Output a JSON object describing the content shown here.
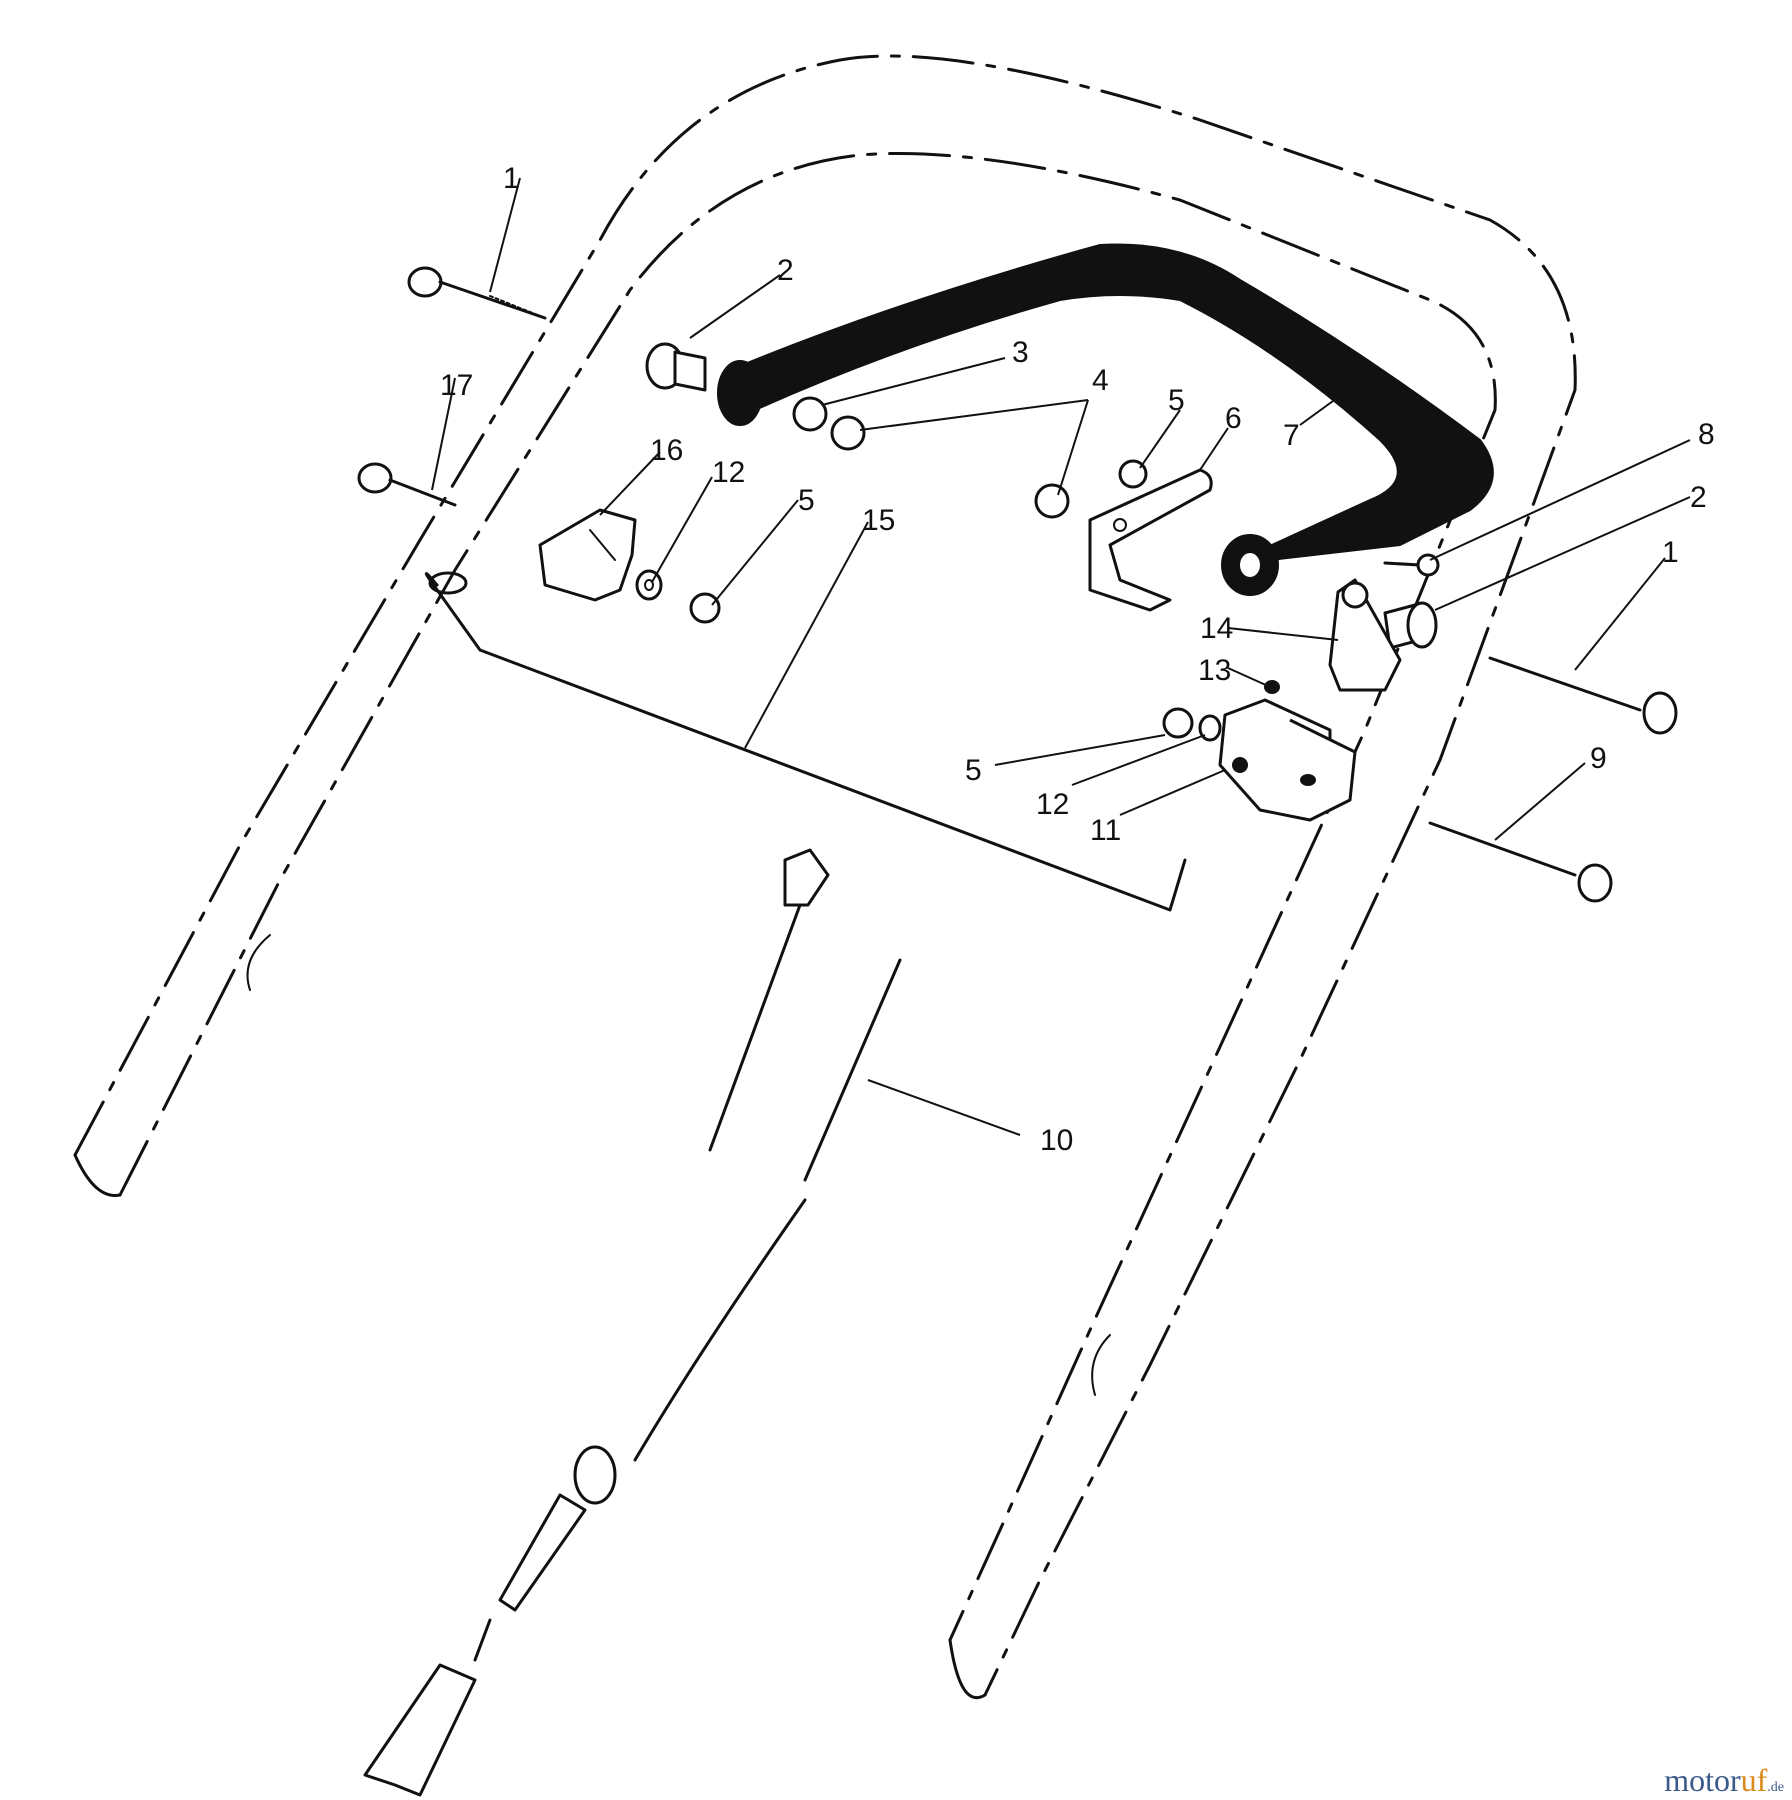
{
  "callouts": {
    "c1_left": "1",
    "c2_top": "2",
    "c3": "3",
    "c4": "4",
    "c5_upper": "5",
    "c6": "6",
    "c7": "7",
    "c8": "8",
    "c2_right": "2",
    "c1_right": "1",
    "c17": "17",
    "c16": "16",
    "c12_upper": "12",
    "c5_mid": "5",
    "c15": "15",
    "c14": "14",
    "c13": "13",
    "c5_lower": "5",
    "c12_lower": "12",
    "c11": "11",
    "c9": "9",
    "c10": "10"
  },
  "watermark": {
    "main": "motor",
    "accent": "uf",
    "tld": ".de"
  }
}
